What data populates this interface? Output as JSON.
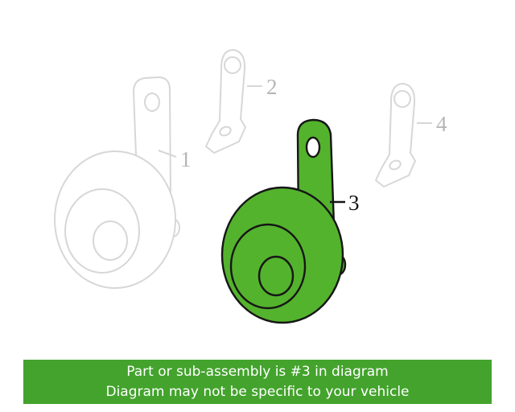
{
  "diagram": {
    "parts": [
      {
        "label": "1",
        "state": "faded"
      },
      {
        "label": "2",
        "state": "faded"
      },
      {
        "label": "3",
        "state": "highlighted"
      },
      {
        "label": "4",
        "state": "faded"
      }
    ],
    "highlighted_part_label": "3"
  },
  "colors": {
    "highlight_green": "#54b32d",
    "banner_green": "#43a32c",
    "faded_gray": "#d7d7d7",
    "faded_label_gray": "#b6b6b6",
    "outline_black": "#161616"
  },
  "footer": {
    "line1": "Part or sub-assembly is #3 in diagram",
    "line2": "Diagram may not be specific to your vehicle"
  }
}
